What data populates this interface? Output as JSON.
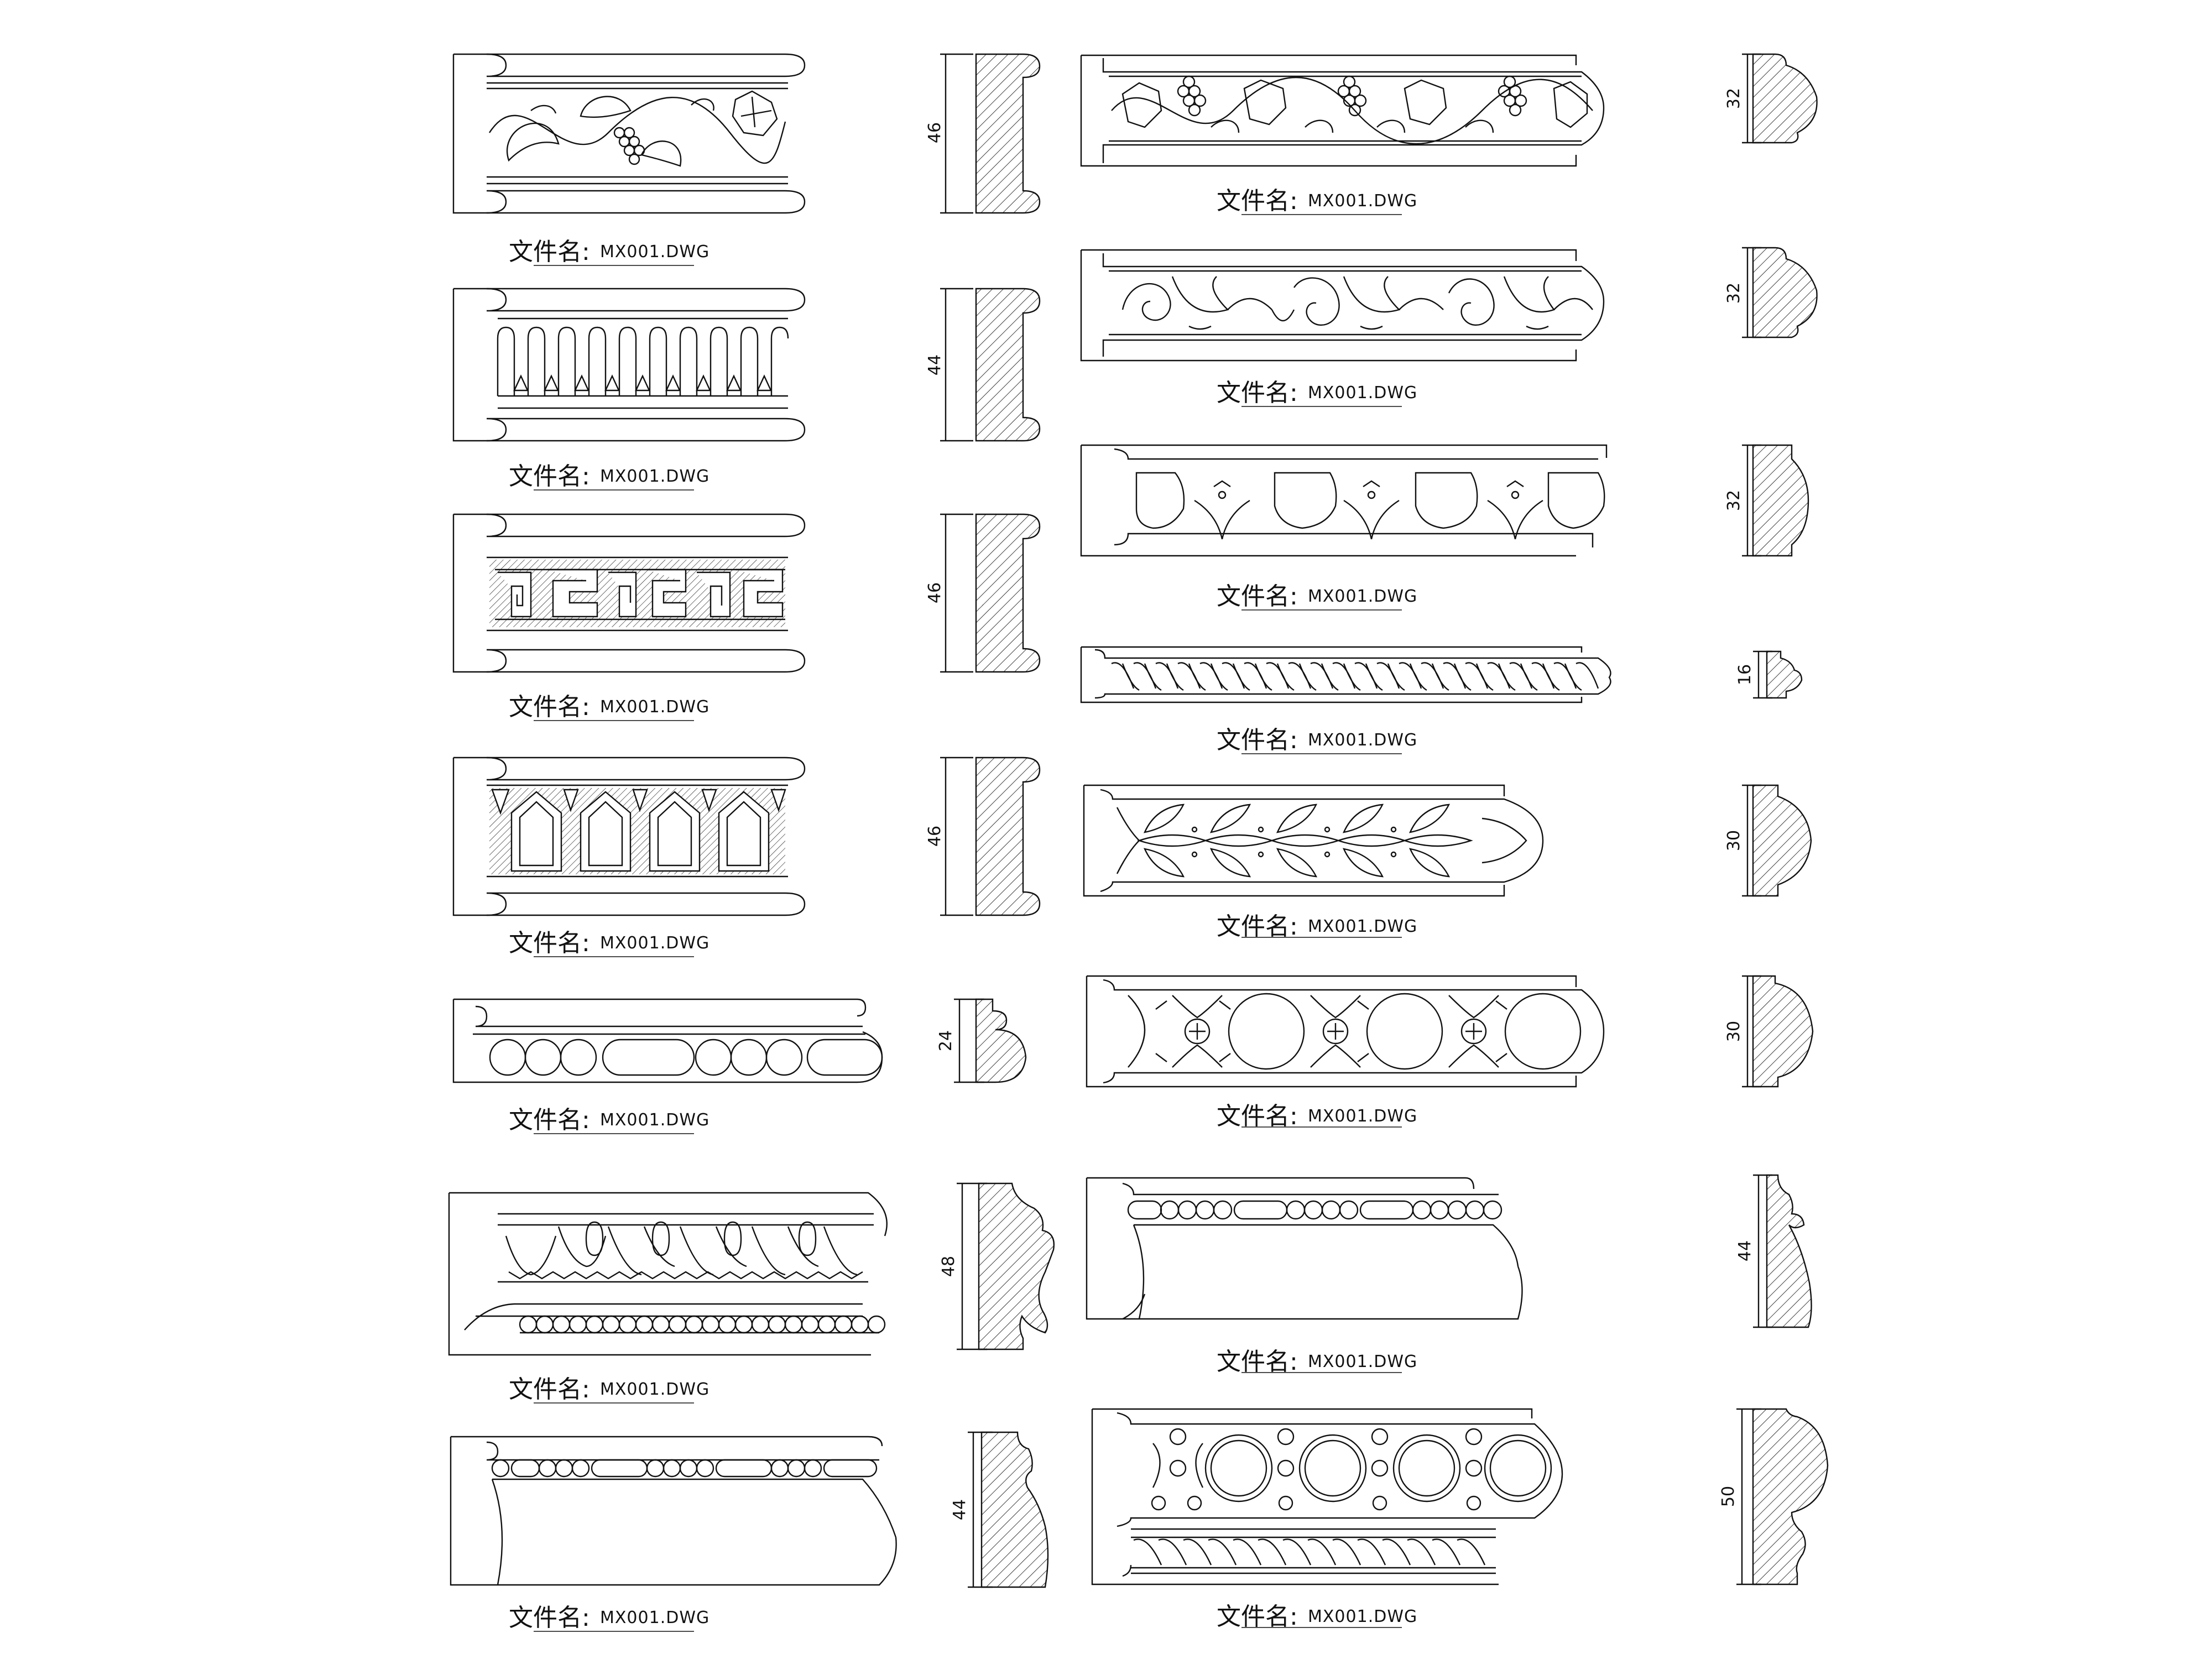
{
  "caption_cn": "文件名:",
  "caption_file": "MX001.DWG",
  "left_column": [
    {
      "motif": "grape-vine-scroll",
      "dimension": "46"
    },
    {
      "motif": "arched-leaf-panels",
      "dimension": "44"
    },
    {
      "motif": "greek-key-fret",
      "dimension": "46"
    },
    {
      "motif": "gothic-arch-panels",
      "dimension": "46"
    },
    {
      "motif": "bead-and-reel",
      "dimension": "24"
    },
    {
      "motif": "egg-and-dart-cornice",
      "dimension": "48"
    },
    {
      "motif": "bead-cove-cornice",
      "dimension": "44"
    }
  ],
  "right_column": [
    {
      "motif": "grape-vine-scroll",
      "dimension": "32"
    },
    {
      "motif": "acanthus-scroll",
      "dimension": "32"
    },
    {
      "motif": "egg-and-dart",
      "dimension": "32"
    },
    {
      "motif": "twisted-rope",
      "dimension": "16"
    },
    {
      "motif": "laurel-leaf",
      "dimension": "30"
    },
    {
      "motif": "ring-and-rosette",
      "dimension": "30"
    },
    {
      "motif": "bead-cove-cornice",
      "dimension": "44"
    },
    {
      "motif": "ring-and-rope",
      "dimension": "50"
    }
  ],
  "colors": {
    "line": "#111111",
    "paper": "#ffffff"
  }
}
